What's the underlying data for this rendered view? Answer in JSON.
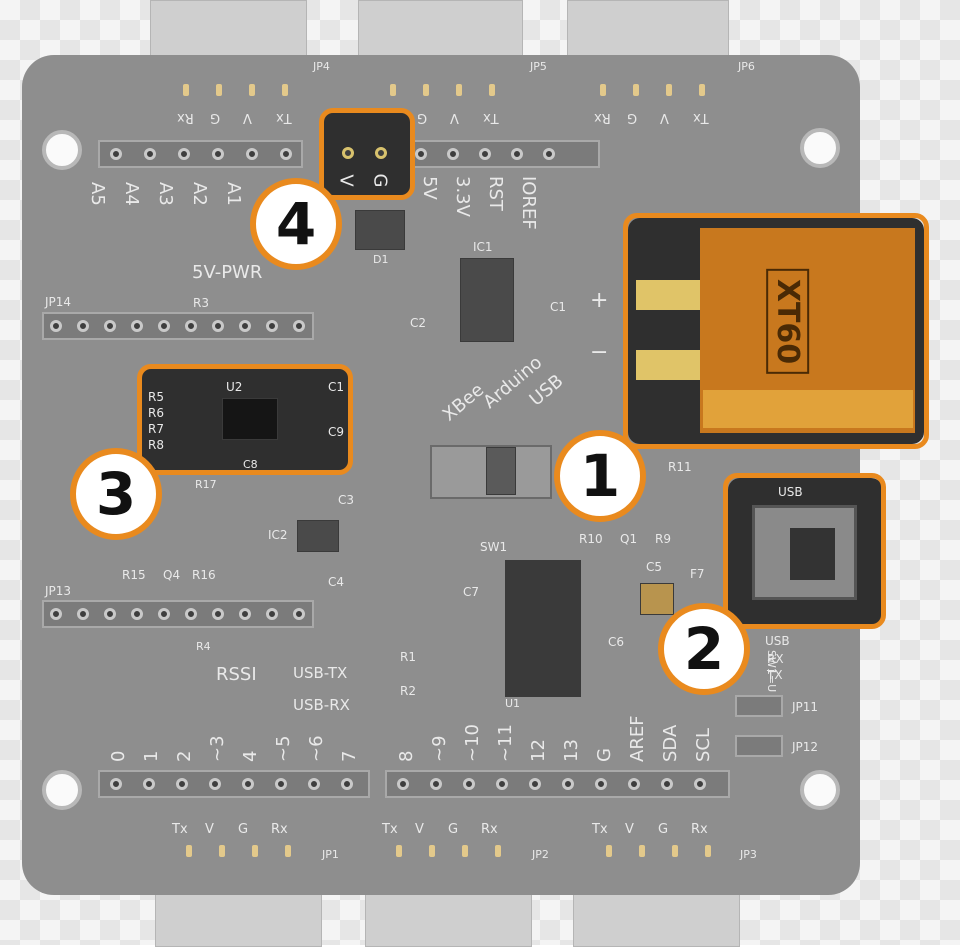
{
  "colors": {
    "accent": "#e98a1e",
    "board": "#8e8e8e",
    "silk": "#e9e9e9"
  },
  "connectors": {
    "top": [
      "JP4",
      "JP5",
      "JP6"
    ],
    "bottom": [
      "JP1",
      "JP2",
      "JP3"
    ],
    "top_pin_labels": [
      "Rx",
      "G",
      "V",
      "Tx"
    ],
    "bottom_pin_labels": [
      "Tx",
      "V",
      "G",
      "Rx"
    ]
  },
  "analog_header": {
    "labels": [
      "A5",
      "A4",
      "A3",
      "A2",
      "A1"
    ]
  },
  "power_header": {
    "labels": [
      "V",
      "G",
      "5V",
      "3.3V",
      "RST",
      "IOREF"
    ]
  },
  "labels": {
    "jp14": "JP14",
    "jp13": "JP13",
    "pwr": "5V-PWR",
    "r3": "R3",
    "d1": "D1",
    "ic1": "IC1",
    "c1": "C1",
    "c2": "C2",
    "plus": "+",
    "minus": "−",
    "u2": "U2",
    "c1b": "C1",
    "c9": "C9",
    "r5": "R5",
    "r6": "R6",
    "r7": "R7",
    "r8": "R8",
    "c8": "C8",
    "c3": "C3",
    "ic2": "IC2",
    "c4": "C4",
    "r15": "R15",
    "q4": "Q4",
    "r16": "R16",
    "r17": "R17",
    "sw1": "SW1",
    "xbee": "XBee",
    "arduino": "Arduino",
    "usb_mode": "USB",
    "r11": "R11",
    "r10": "R10",
    "q1": "Q1",
    "r9": "R9",
    "c5": "C5",
    "f7": "F7",
    "c6": "C6",
    "c7": "C7",
    "u1": "U1",
    "r4": "R4",
    "rssi": "RSSI",
    "usb_tx": "USB-TX",
    "usb_rx": "USB-RX",
    "r1": "R1",
    "r2": "R2",
    "usb": "USB",
    "usb_label2": "USB",
    "rx": "RX",
    "tx": "TX",
    "sw1_note": "SW1=U",
    "jp11": "JP11",
    "jp12": "JP12",
    "xt60": "XT60"
  },
  "digital_header_left": {
    "labels": [
      "0",
      "1",
      "2",
      "~3",
      "4",
      "~5",
      "~6",
      "7"
    ]
  },
  "digital_header_right": {
    "labels": [
      "8",
      "~9",
      "~10",
      "~11",
      "12",
      "13",
      "G",
      "AREF",
      "SDA",
      "SCL"
    ]
  },
  "callouts": [
    "1",
    "2",
    "3",
    "4"
  ]
}
